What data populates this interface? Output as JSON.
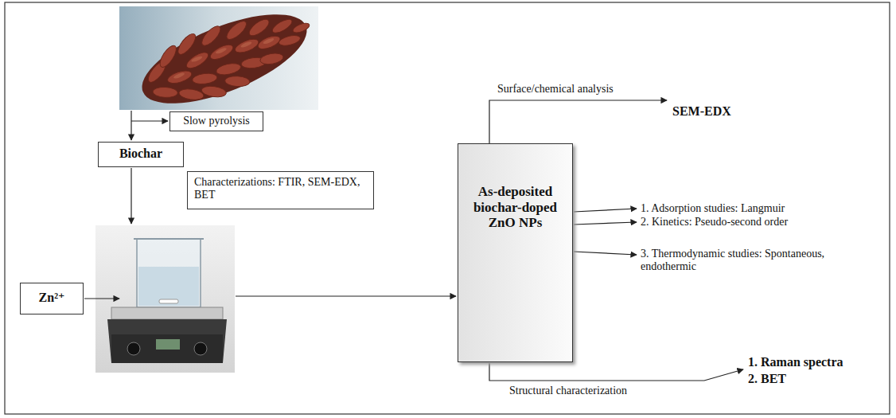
{
  "diagram": {
    "nodes": [
      {
        "text": [
          "Slow pyrolysis"
        ]
      },
      {
        "text": [
          "Biochar"
        ]
      },
      {
        "text": [
          "Characterizations: FTIR, SEM-EDX, BET"
        ]
      },
      {
        "text": [
          "Zn²⁺"
        ]
      },
      {
        "text": [
          "As-deposited biochar-doped ZnO NPs"
        ]
      }
    ],
    "labels": [
      "Surface/chemical analysis",
      "SEM-EDX",
      "1. Adsorption studies: Langmuir",
      "2. Kinetics: Pseudo-second order",
      "3. Thermodynamic studies: Spontaneous, endothermic",
      "1. Raman spectra",
      "2. BET",
      "Structural characterization"
    ]
  }
}
